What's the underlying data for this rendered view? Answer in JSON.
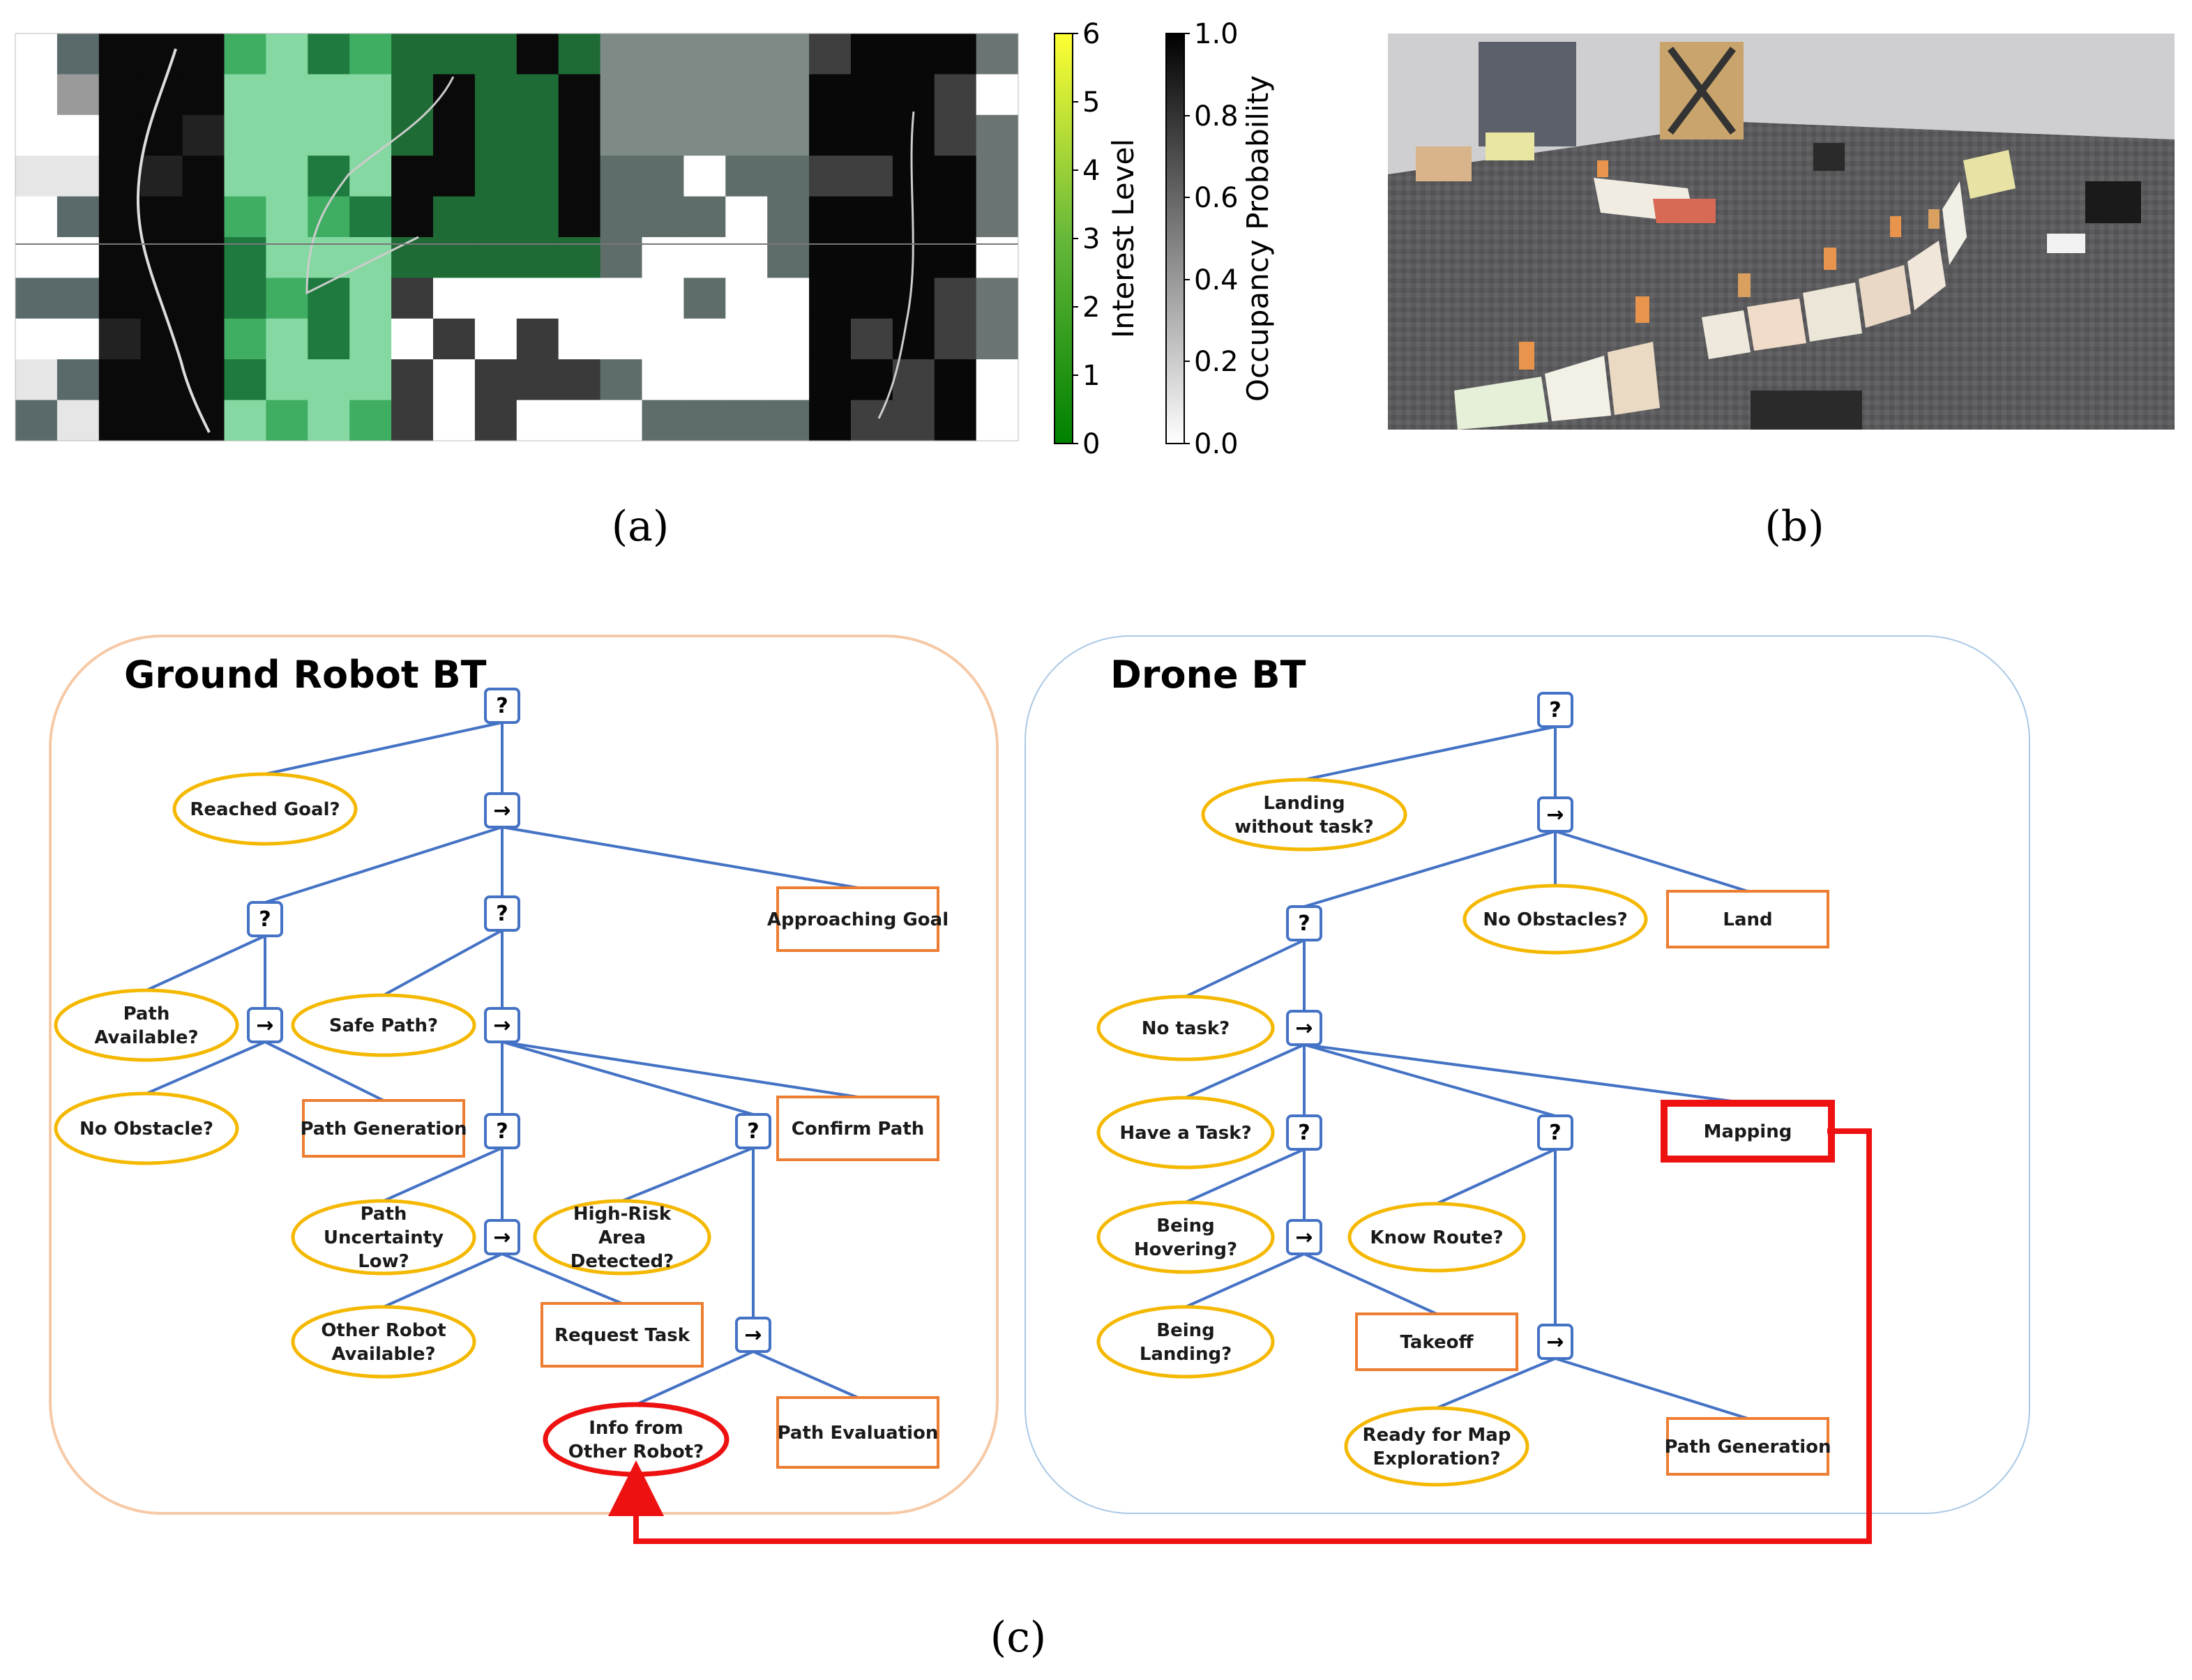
{
  "panel_a": {
    "label": "(a)",
    "interest_colorbar": {
      "label": "Interest Level",
      "ticks": [
        "0",
        "1",
        "2",
        "3",
        "4",
        "5",
        "6"
      ]
    },
    "occupancy_colorbar": {
      "label": "Occupancy Probability",
      "ticks": [
        "0.0",
        "0.2",
        "0.4",
        "0.6",
        "0.8",
        "1.0"
      ]
    }
  },
  "panel_b": {
    "label": "(b)"
  },
  "panel_c": {
    "label": "(c)",
    "ground_title": "Ground Robot BT",
    "drone_title": "Drone BT",
    "ground_nodes": {
      "root": "?",
      "reached_goal": "Reached Goal?",
      "seq_main": "→",
      "fb_path": "?",
      "fb_safe": "?",
      "approaching_goal": "Approaching Goal",
      "path_available": "Path Available?",
      "seq_gen": "→",
      "no_obstacle": "No Obstacle?",
      "path_generation": "Path Generation",
      "safe_path": "Safe Path?",
      "seq_safe": "→",
      "fb_uncert": "?",
      "fb_risk": "?",
      "confirm_path": "Confirm Path",
      "path_uncertainty": "Path Uncertainty Low?",
      "seq_req": "→",
      "high_risk": "High-Risk Area Detected?",
      "other_robot": "Other Robot Available?",
      "request_task": "Request Task",
      "seq_eval": "→",
      "info_other": "Info from Other Robot?",
      "path_evaluation": "Path Evaluation"
    },
    "drone_nodes": {
      "root": "?",
      "landing": "Landing without task?",
      "seq_main": "→",
      "fb_task": "?",
      "no_obstacles": "No Obstacles?",
      "land": "Land",
      "no_task": "No task?",
      "seq_task": "→",
      "have_task": "Have a Task?",
      "fb_hover": "?",
      "fb_route": "?",
      "mapping": "Mapping",
      "being_hovering": "Being Hovering?",
      "seq_takeoff": "→",
      "know_route": "Know Route?",
      "being_landing": "Being Landing?",
      "takeoff": "Takeoff",
      "seq_explore": "→",
      "ready_map": "Ready for Map Exploration?",
      "path_generation": "Path Generation"
    }
  }
}
